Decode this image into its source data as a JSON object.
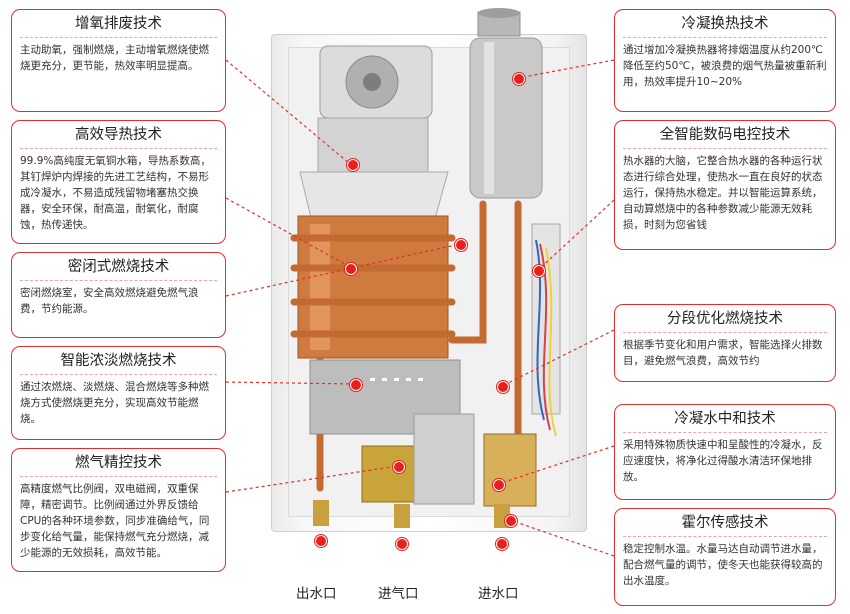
{
  "cards": [
    {
      "id": "card-forced-exhaust",
      "title": "增氧排废技术",
      "desc": "主动助氧，强制燃烧，主动增氧燃烧使燃烧更充分，更节能，热效率明显提高。"
    },
    {
      "id": "card-heat-conduction",
      "title": "高效导热技术",
      "desc": "99.9%高纯度无氧铜水箱，导热系数高，其钉焊炉内焊接的先进工艺结构，不易形成冷凝水，不易造成残留物堵塞热交换器，安全环保，耐高温，耐氧化，耐腐蚀，热传递快。"
    },
    {
      "id": "card-sealed-combustion",
      "title": "密闭式燃烧技术",
      "desc": "密闭燃烧室，安全高效燃烧避免燃气浪费，节约能源。"
    },
    {
      "id": "card-rich-lean-combustion",
      "title": "智能浓淡燃烧技术",
      "desc": "通过浓燃烧、淡燃烧、混合燃烧等多种燃烧方式使燃烧更充分，实现高效节能燃烧。"
    },
    {
      "id": "card-gas-precision",
      "title": "燃气精控技术",
      "desc": "高精度燃气比例阀，双电磁阀，双重保障，精密调节。比例阀通过外界反馈给CPU的各种环境参数，同步准确给气，同步变化给气量，能保持燃气充分燃烧，减少能源的无效损耗，高效节能。"
    },
    {
      "id": "card-condensing-heat",
      "title": "冷凝换热技术",
      "desc": "通过增加冷凝换热器将排烟温度从约200℃降低至约50℃，被浪费的烟气热量被重新利用，热效率提升10~20%"
    },
    {
      "id": "card-smart-digital-control",
      "title": "全智能数码电控技术",
      "desc": "热水器的大脑，它整合热水器的各种运行状态进行综合处理，使热水一直在良好的状态运行，保持热水稳定。并以智能运算系统，自动算燃烧中的各种参数减少能源无效耗损，时刻为您省钱"
    },
    {
      "id": "card-segmented-combustion",
      "title": "分段优化燃烧技术",
      "desc": "根据季节变化和用户需求，智能选择火排数目，避免燃气浪费，高效节约"
    },
    {
      "id": "card-condensate-neutralize",
      "title": "冷凝水中和技术",
      "desc": "采用特殊物质快速中和呈酸性的冷凝水，反应速度快，将净化过得酸水清洁环保地排放。"
    },
    {
      "id": "card-hall-sensor",
      "title": "霍尔传感技术",
      "desc": "稳定控制水温。水量马达自动调节进水量，配合燃气量的调节，使冬天也能获得较高的出水温度。"
    }
  ],
  "ports": [
    {
      "id": "port-water-outlet",
      "label": "出水口"
    },
    {
      "id": "port-gas-inlet",
      "label": "进气口"
    },
    {
      "id": "port-water-inlet",
      "label": "进水口"
    }
  ],
  "colors": {
    "accent": "#e0302a",
    "copper": "#c8743a",
    "steel": "#b9b9b9"
  }
}
